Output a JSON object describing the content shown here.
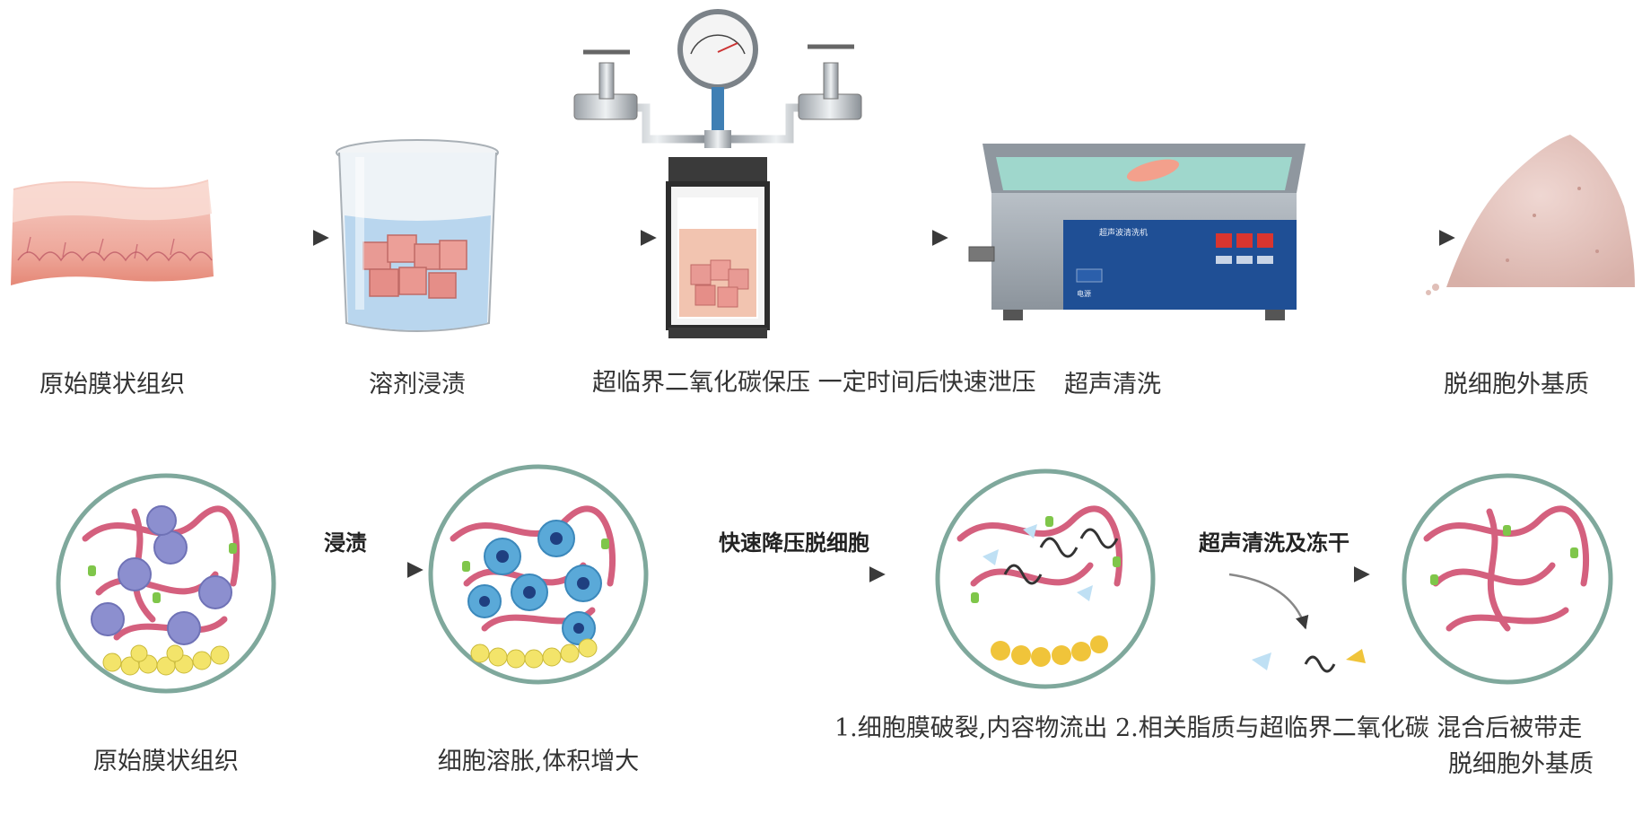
{
  "top_row": {
    "labels": [
      {
        "lines": [
          "原始膜状组织"
        ]
      },
      {
        "lines": [
          "溶剂浸渍"
        ]
      },
      {
        "lines": [
          "超临界二氧化碳保压",
          "一定时间后快速泄压"
        ]
      },
      {
        "lines": [
          "超声清洗"
        ]
      },
      {
        "lines": [
          "脱细胞外基质"
        ]
      }
    ],
    "device_panel_text": "超声波清洗机",
    "device_button_text": "电源"
  },
  "bottom_row": {
    "steps": [
      "浸渍",
      "快速降压脱细胞",
      "超声清洗及冻干"
    ],
    "labels": [
      {
        "lines": [
          "原始膜状组织"
        ]
      },
      {
        "lines": [
          "细胞溶胀,体积增大"
        ]
      },
      {
        "lines": [
          "1.细胞膜破裂,内容物流出",
          "2.相关脂质与超临界二氧化碳",
          "混合后被带走"
        ]
      },
      {
        "lines": [
          "脱细胞外基质"
        ]
      }
    ]
  },
  "colors": {
    "arrow": "#3a3a3a",
    "tissue": "#f0b8ad",
    "liquid": "#b9d6ee",
    "fiber": "#d4607e",
    "cell": "#8c8fcf",
    "swollen_cell": "#5aa9d8",
    "lipid": "#f3e46a",
    "protein": "#7fc64a",
    "circle_border": "#7fa89c",
    "powder": "#e8c8c2"
  }
}
